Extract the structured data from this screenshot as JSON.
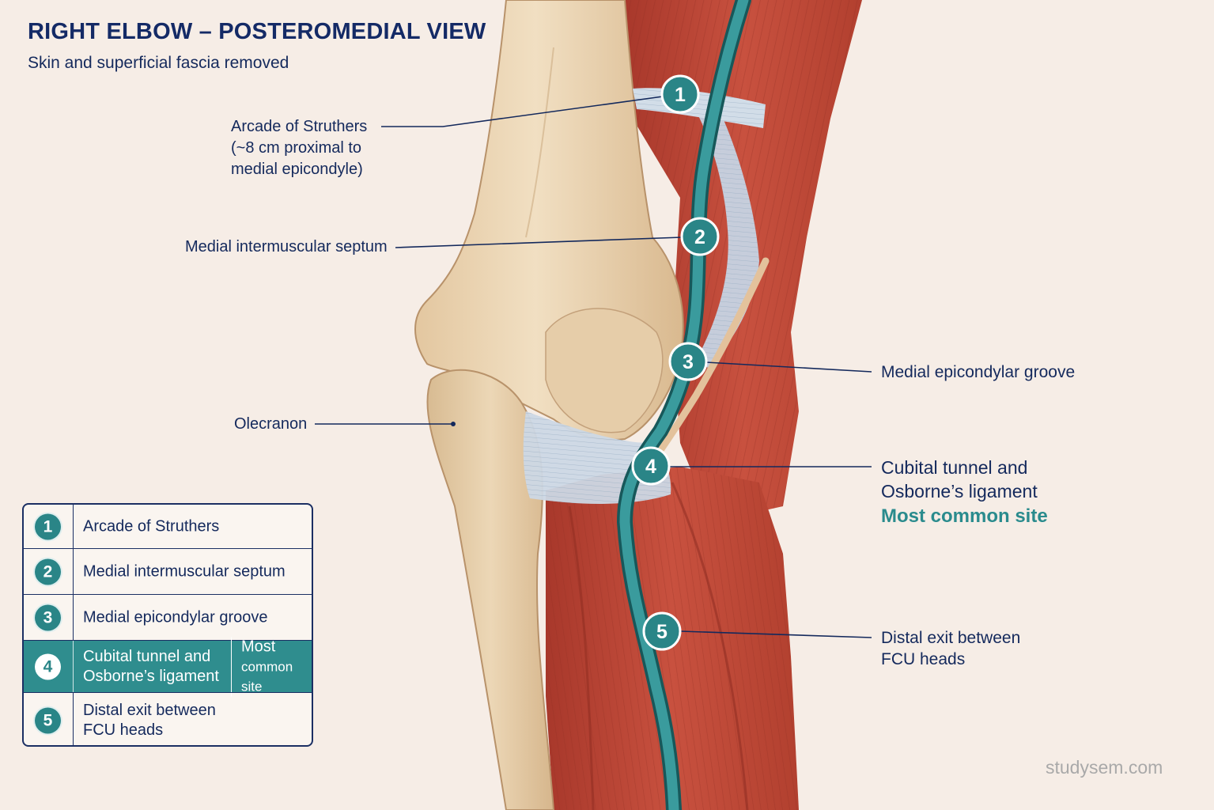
{
  "header": {
    "title": "RIGHT ELBOW – POSTEROMEDIAL VIEW",
    "subtitle": "Skin and superficial fascia removed"
  },
  "structures": {
    "olecranon_label": "Olecranon"
  },
  "sites": [
    {
      "num": "1",
      "label_lines": [
        "Arcade of Struthers",
        "(~8 cm proximal to",
        "medial epicondyle)"
      ]
    },
    {
      "num": "2",
      "label_lines": [
        "Medial intermuscular septum"
      ]
    },
    {
      "num": "3",
      "label_lines": [
        "Medial epicondylar groove"
      ]
    },
    {
      "num": "4",
      "label_lines": [
        "Cubital tunnel and",
        "Osborne’s ligament"
      ],
      "emphasis": "Most common site"
    },
    {
      "num": "5",
      "label_lines": [
        "Distal exit between",
        "FCU heads"
      ]
    }
  ],
  "legend": {
    "rows": [
      {
        "num": "1",
        "text_lines": [
          "Arcade of Struthers"
        ]
      },
      {
        "num": "2",
        "text_lines": [
          "Medial intermuscular septum"
        ]
      },
      {
        "num": "3",
        "text_lines": [
          "Medial epicondylar groove"
        ]
      },
      {
        "num": "4",
        "text_lines": [
          "Cubital tunnel and",
          "Osborne’s ligament"
        ],
        "note_lines": [
          "Most",
          "common site"
        ],
        "highlight": true
      },
      {
        "num": "5",
        "text_lines": [
          "Distal exit between",
          "FCU heads"
        ]
      }
    ]
  },
  "colors": {
    "nerve": "#2a8b8d",
    "bone": "#ecd6b4",
    "muscle": "#bd4a3a",
    "ligament": "#c9d6e4",
    "label": "#14295c",
    "highlight": "#2f8d8e"
  },
  "footer": {
    "watermark": "studysem.com"
  }
}
